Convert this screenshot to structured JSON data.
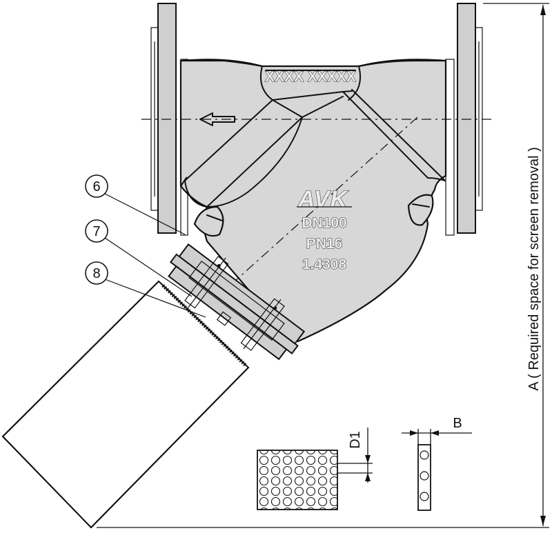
{
  "body_markings": {
    "cast_text": "XXXX XXXXX",
    "brand": "AVK",
    "size": "DN100",
    "pressure": "PN16",
    "material": "1.4308"
  },
  "callouts": [
    {
      "number": "6"
    },
    {
      "number": "7"
    },
    {
      "number": "8"
    }
  ],
  "dimensions": {
    "height_label": "A ( Required space for screen removal )",
    "hole_label": "D1",
    "thickness_label": "B"
  },
  "icons": {
    "flow_direction": "arrow-left-icon"
  }
}
